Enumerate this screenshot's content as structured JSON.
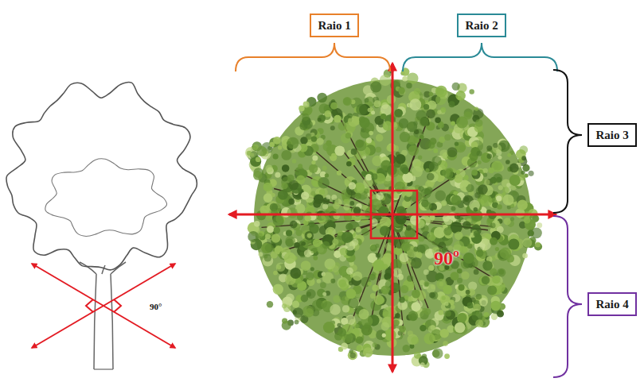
{
  "diagram": {
    "nodes": [
      {
        "text": [
          "Raio 1"
        ]
      },
      {
        "text": [
          "Raio 2"
        ]
      },
      {
        "text": [
          "Raio 3"
        ]
      },
      {
        "text": [
          "Raio 4"
        ]
      }
    ],
    "labels": [
      "90°",
      "90º"
    ]
  }
}
